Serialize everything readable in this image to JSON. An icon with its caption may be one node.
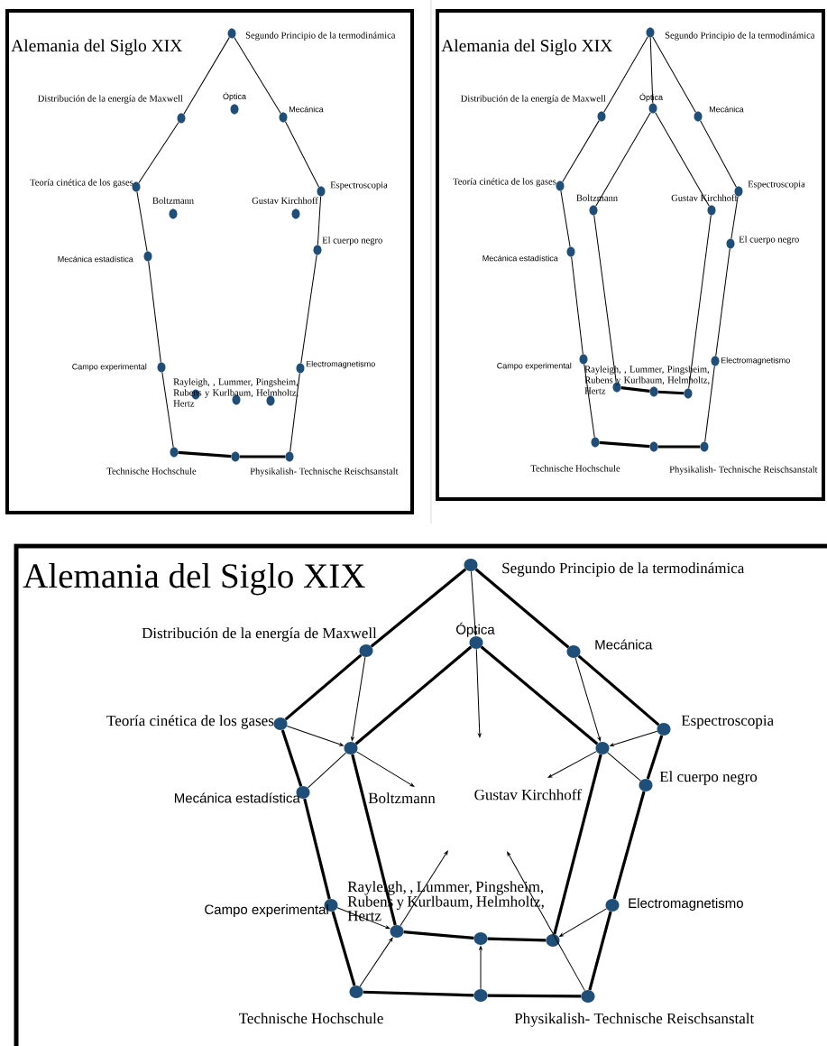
{
  "diagram": {
    "nodes": [
      {
        "text": [
          "Alemania del Siglo XIX"
        ]
      },
      {
        "text": [],
        "shape": "circle",
        "in": 0,
        "beside": [
          "Segundo Principio de la termodinámica"
        ]
      },
      {
        "text": [],
        "shape": "circle",
        "in": 0,
        "beside": [
          "Óptica"
        ]
      },
      {
        "text": [],
        "shape": "circle",
        "in": 0,
        "beside": [
          "Distribución de la energía de Maxwell"
        ]
      },
      {
        "text": [],
        "shape": "circle",
        "in": 0,
        "beside": [
          "Mecánica"
        ]
      },
      {
        "text": [],
        "shape": "circle",
        "in": 0,
        "beside": [
          "Teoría cinética de los gases"
        ]
      },
      {
        "text": [],
        "shape": "circle",
        "in": 0,
        "beside": [
          "Boltzmann"
        ]
      },
      {
        "text": [],
        "shape": "circle",
        "in": 0,
        "beside": [
          "Gustav Kirchhoff"
        ]
      },
      {
        "text": [],
        "shape": "circle",
        "in": 0,
        "beside": [
          "Espectroscopia"
        ]
      },
      {
        "text": [],
        "shape": "circle",
        "in": 0,
        "beside": [
          "El cuerpo negro"
        ]
      },
      {
        "text": [],
        "shape": "circle",
        "in": 0,
        "beside": [
          "Mecánica estadística"
        ]
      },
      {
        "text": [],
        "shape": "circle",
        "in": 0,
        "beside": [
          "Campo experimental"
        ]
      },
      {
        "text": [],
        "shape": "circle",
        "in": 0
      },
      {
        "text": [],
        "shape": "circle",
        "in": 0,
        "beside": [
          "Rayleigh, , Lummer, Pingsheim, Rubens y Kurlbaum, Helmholtz, Hertz"
        ]
      },
      {
        "text": [],
        "shape": "circle",
        "in": 0
      },
      {
        "text": [],
        "shape": "circle",
        "in": 0,
        "beside": [
          "Electromagnetismo"
        ]
      },
      {
        "text": [],
        "shape": "circle",
        "in": 0,
        "beside": [
          "Technische Hochschule"
        ]
      },
      {
        "text": [],
        "shape": "circle",
        "in": 0
      },
      {
        "text": [],
        "shape": "circle",
        "in": 0,
        "beside": [
          "Physikalish- Technische Reischsanstalt"
        ]
      },
      {
        "text": [
          "Alemania del Siglo XIX"
        ]
      },
      {
        "text": [],
        "shape": "circle",
        "in": 19,
        "beside": [
          "Segundo Principio de la termodinámica"
        ]
      },
      {
        "text": [],
        "shape": "circle",
        "in": 19,
        "beside": [
          "Óptica"
        ]
      },
      {
        "text": [],
        "shape": "circle",
        "in": 19,
        "beside": [
          "Distribución de la energía de Maxwell"
        ]
      },
      {
        "text": [],
        "shape": "circle",
        "in": 19,
        "beside": [
          "Mecánica"
        ]
      },
      {
        "text": [],
        "shape": "circle",
        "in": 19,
        "beside": [
          "Teoría cinética de los gases"
        ]
      },
      {
        "text": [],
        "shape": "circle",
        "in": 19,
        "beside": [
          "Boltzmann"
        ]
      },
      {
        "text": [],
        "shape": "circle",
        "in": 19,
        "beside": [
          "Gustav Kirchhoff"
        ]
      },
      {
        "text": [],
        "shape": "circle",
        "in": 19,
        "beside": [
          "Espectroscopia"
        ]
      },
      {
        "text": [],
        "shape": "circle",
        "in": 19,
        "beside": [
          "El cuerpo negro"
        ]
      },
      {
        "text": [],
        "shape": "circle",
        "in": 19,
        "beside": [
          "Mecánica estadística"
        ]
      },
      {
        "text": [],
        "shape": "circle",
        "in": 19,
        "beside": [
          "Campo experimental"
        ]
      },
      {
        "text": [],
        "shape": "circle",
        "in": 19
      },
      {
        "text": [],
        "shape": "circle",
        "in": 19,
        "beside": [
          "Rayleigh, , Lummer, Pingsheim, Rubens y Kurlbaum, Helmholtz, Hertz"
        ]
      },
      {
        "text": [],
        "shape": "circle",
        "in": 19
      },
      {
        "text": [],
        "shape": "circle",
        "in": 19,
        "beside": [
          "Electromagnetismo"
        ]
      },
      {
        "text": [],
        "shape": "circle",
        "in": 19,
        "beside": [
          "Technische Hochschule"
        ]
      },
      {
        "text": [],
        "shape": "circle",
        "in": 19
      },
      {
        "text": [],
        "shape": "circle",
        "in": 19,
        "beside": [
          "Physikalish- Technische Reischsanstalt"
        ]
      },
      {
        "text": [
          "Alemania del Siglo XIX"
        ]
      },
      {
        "text": [],
        "shape": "circle",
        "in": 38,
        "beside": [
          "Segundo Principio de la termodinámica"
        ]
      },
      {
        "text": [],
        "shape": "circle",
        "in": 38,
        "beside": [
          "Óptica"
        ]
      },
      {
        "text": [],
        "shape": "circle",
        "in": 38,
        "beside": [
          "Distribución de la energía de Maxwell"
        ]
      },
      {
        "text": [],
        "shape": "circle",
        "in": 38,
        "beside": [
          "Mecánica"
        ]
      },
      {
        "text": [],
        "shape": "circle",
        "in": 38,
        "beside": [
          "Teoría cinética de los gases"
        ]
      },
      {
        "text": [],
        "shape": "circle",
        "in": 38,
        "beside": [
          "Boltzmann"
        ]
      },
      {
        "text": [],
        "shape": "circle",
        "in": 38,
        "beside": [
          "Gustav Kirchhoff"
        ]
      },
      {
        "text": [],
        "shape": "circle",
        "in": 38,
        "beside": [
          "Espectroscopia"
        ]
      },
      {
        "text": [],
        "shape": "circle",
        "in": 38,
        "beside": [
          "El cuerpo negro"
        ]
      },
      {
        "text": [],
        "shape": "circle",
        "in": 38,
        "beside": [
          "Mecánica estadística"
        ]
      },
      {
        "text": [],
        "shape": "circle",
        "in": 38,
        "beside": [
          "Campo experimental"
        ]
      },
      {
        "text": [],
        "shape": "circle",
        "in": 38
      },
      {
        "text": [],
        "shape": "circle",
        "in": 38,
        "beside": [
          "Rayleigh, , Lummer, Pingsheim, Rubens y Kurlbaum, Helmholtz, Hertz"
        ]
      },
      {
        "text": [],
        "shape": "circle",
        "in": 38
      },
      {
        "text": [],
        "shape": "circle",
        "in": 38,
        "beside": [
          "Electromagnetismo"
        ]
      },
      {
        "text": [],
        "shape": "circle",
        "in": 38,
        "beside": [
          "Technische Hochschule"
        ]
      },
      {
        "text": [],
        "shape": "circle",
        "in": 38
      },
      {
        "text": [],
        "shape": "circle",
        "in": 38,
        "beside": [
          "Physikalish- Technische Reischsanstalt"
        ]
      }
    ],
    "edges": [
      {
        "from": 1,
        "to": 3,
        "arrow": "none"
      },
      {
        "from": 3,
        "to": 5,
        "arrow": "none"
      },
      {
        "from": 5,
        "to": 10,
        "arrow": "none"
      },
      {
        "from": 10,
        "to": 11,
        "arrow": "none"
      },
      {
        "from": 11,
        "to": 16,
        "arrow": "none"
      },
      {
        "from": 16,
        "to": 17,
        "arrow": "none",
        "style": "thick"
      },
      {
        "from": 17,
        "to": 18,
        "arrow": "none",
        "style": "thick"
      },
      {
        "from": 18,
        "to": 15,
        "arrow": "none"
      },
      {
        "from": 15,
        "to": 9,
        "arrow": "none"
      },
      {
        "from": 9,
        "to": 8,
        "arrow": "none"
      },
      {
        "from": 8,
        "to": 4,
        "arrow": "none"
      },
      {
        "from": 4,
        "to": 1,
        "arrow": "none"
      },
      {
        "from": 20,
        "to": 22,
        "arrow": "none"
      },
      {
        "from": 22,
        "to": 24,
        "arrow": "none"
      },
      {
        "from": 24,
        "to": 29,
        "arrow": "none"
      },
      {
        "from": 29,
        "to": 30,
        "arrow": "none"
      },
      {
        "from": 30,
        "to": 35,
        "arrow": "none"
      },
      {
        "from": 35,
        "to": 36,
        "arrow": "none",
        "style": "thick"
      },
      {
        "from": 36,
        "to": 37,
        "arrow": "none",
        "style": "thick"
      },
      {
        "from": 37,
        "to": 34,
        "arrow": "none"
      },
      {
        "from": 34,
        "to": 28,
        "arrow": "none"
      },
      {
        "from": 28,
        "to": 27,
        "arrow": "none"
      },
      {
        "from": 27,
        "to": 23,
        "arrow": "none"
      },
      {
        "from": 23,
        "to": 20,
        "arrow": "none"
      },
      {
        "from": 21,
        "to": 25,
        "arrow": "none"
      },
      {
        "from": 25,
        "to": 31,
        "arrow": "none"
      },
      {
        "from": 31,
        "to": 32,
        "arrow": "none",
        "style": "thick"
      },
      {
        "from": 32,
        "to": 33,
        "arrow": "none",
        "style": "thick"
      },
      {
        "from": 33,
        "to": 26,
        "arrow": "none"
      },
      {
        "from": 26,
        "to": 21,
        "arrow": "none"
      },
      {
        "from": 20,
        "to": 21,
        "arrow": "none"
      },
      {
        "from": 39,
        "to": 41,
        "arrow": "none",
        "style": "thick"
      },
      {
        "from": 41,
        "to": 43,
        "arrow": "none",
        "style": "thick"
      },
      {
        "from": 43,
        "to": 48,
        "arrow": "none",
        "style": "thick"
      },
      {
        "from": 48,
        "to": 49,
        "arrow": "none",
        "style": "thick"
      },
      {
        "from": 49,
        "to": 54,
        "arrow": "none",
        "style": "thick"
      },
      {
        "from": 54,
        "to": 55,
        "arrow": "none",
        "style": "thick"
      },
      {
        "from": 55,
        "to": 56,
        "arrow": "none",
        "style": "thick"
      },
      {
        "from": 56,
        "to": 53,
        "arrow": "none",
        "style": "thick"
      },
      {
        "from": 53,
        "to": 47,
        "arrow": "none",
        "style": "thick"
      },
      {
        "from": 47,
        "to": 46,
        "arrow": "none",
        "style": "thick"
      },
      {
        "from": 46,
        "to": 42,
        "arrow": "none",
        "style": "thick"
      },
      {
        "from": 42,
        "to": 39,
        "arrow": "none",
        "style": "thick"
      },
      {
        "from": 40,
        "to": 44,
        "arrow": "none",
        "style": "thick"
      },
      {
        "from": 44,
        "to": 50,
        "arrow": "none",
        "style": "thick"
      },
      {
        "from": 50,
        "to": 51,
        "arrow": "none",
        "style": "thick"
      },
      {
        "from": 51,
        "to": 52,
        "arrow": "none",
        "style": "thick"
      },
      {
        "from": 52,
        "to": 45,
        "arrow": "none",
        "style": "thick"
      },
      {
        "from": 45,
        "to": 40,
        "arrow": "none",
        "style": "thick"
      },
      {
        "from": 39,
        "to": 40,
        "arrow": "to"
      },
      {
        "from": 40,
        "to": null,
        "arrow": "to"
      },
      {
        "from": 41,
        "to": 44,
        "arrow": "to"
      },
      {
        "from": 43,
        "to": 44,
        "arrow": "to"
      },
      {
        "from": 48,
        "to": 44,
        "arrow": "none"
      },
      {
        "from": 44,
        "to": null,
        "arrow": "to"
      },
      {
        "from": 42,
        "to": 45,
        "arrow": "to"
      },
      {
        "from": 46,
        "to": 45,
        "arrow": "to"
      },
      {
        "from": 47,
        "to": 45,
        "arrow": "none"
      },
      {
        "from": 45,
        "to": null,
        "arrow": "to"
      },
      {
        "from": 49,
        "to": 50,
        "arrow": "to"
      },
      {
        "from": 54,
        "to": 50,
        "arrow": "to"
      },
      {
        "from": 50,
        "to": null,
        "arrow": "to"
      },
      {
        "from": 55,
        "to": 51,
        "arrow": "to"
      },
      {
        "from": 53,
        "to": 52,
        "arrow": "to"
      },
      {
        "from": 56,
        "to": null,
        "arrow": "to"
      }
    ]
  }
}
